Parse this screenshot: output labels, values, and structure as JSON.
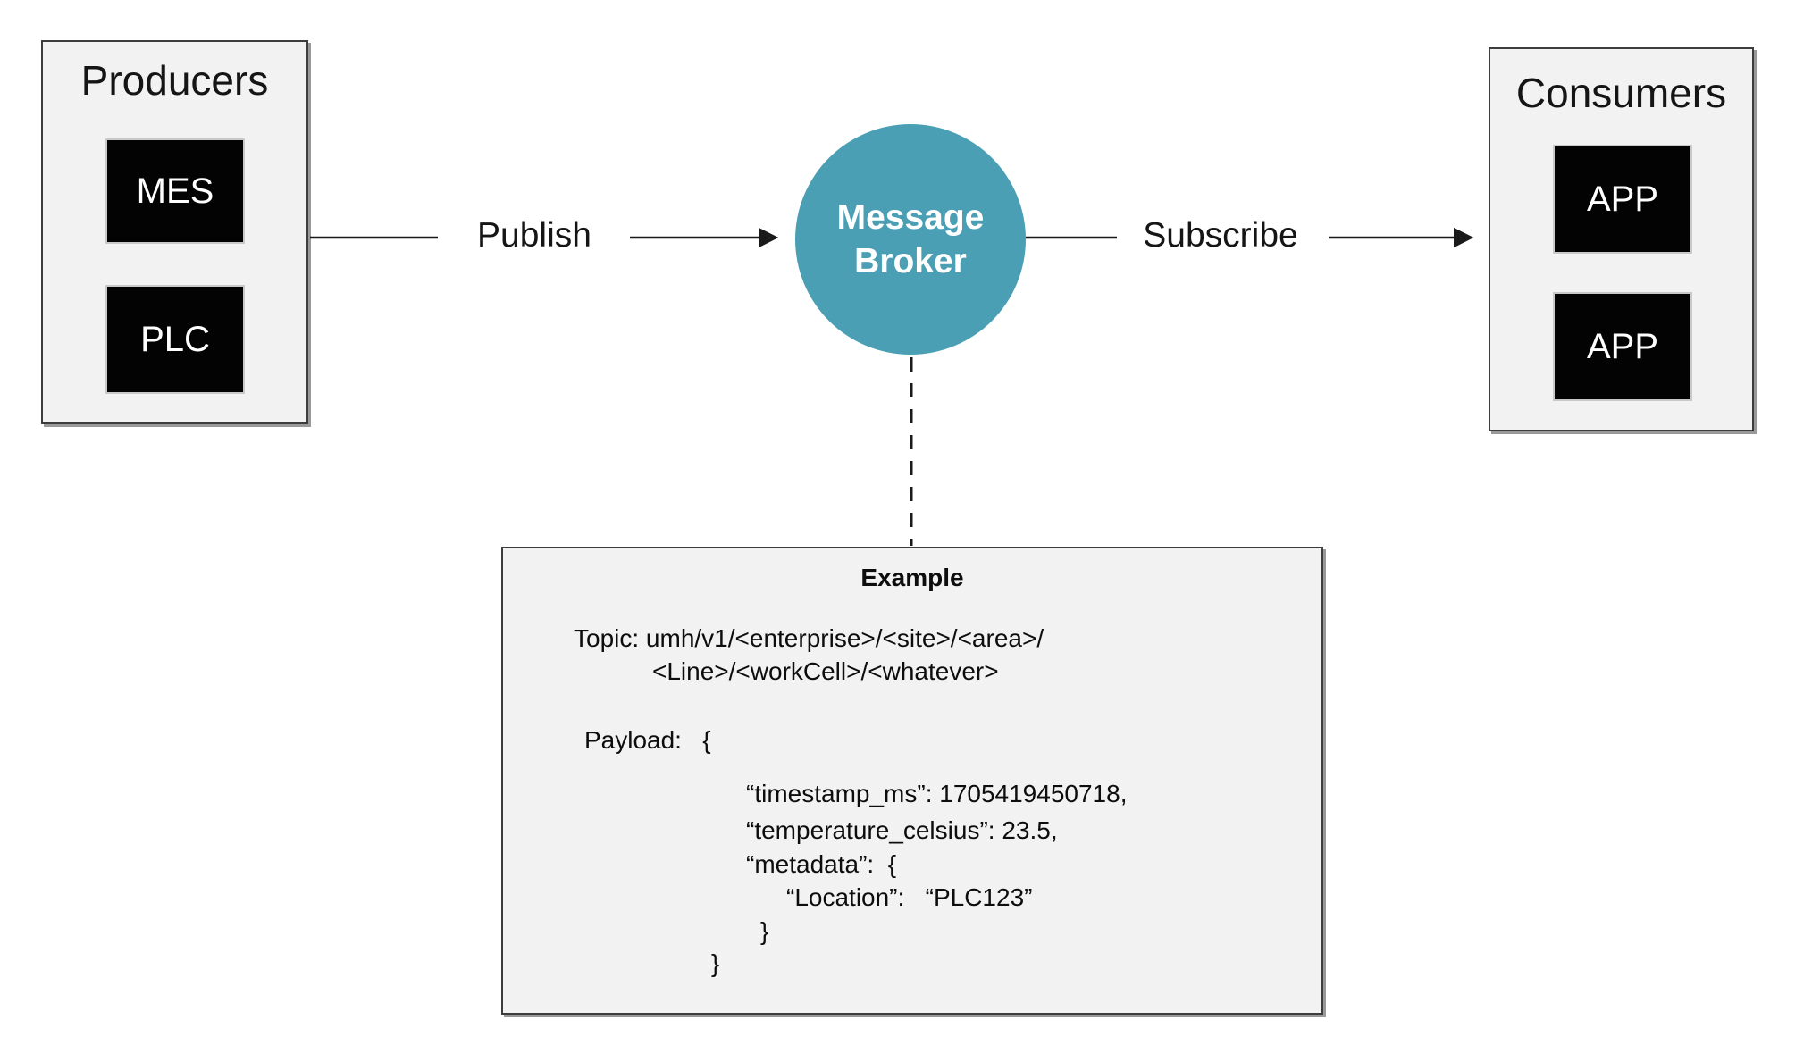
{
  "diagram": {
    "producers": {
      "title": "Producers",
      "nodes": [
        "MES",
        "PLC"
      ]
    },
    "consumers": {
      "title": "Consumers",
      "nodes": [
        "APP",
        "APP"
      ]
    },
    "broker": {
      "label_line1": "Message",
      "label_line2": "Broker"
    },
    "edges": {
      "publish_label": "Publish",
      "subscribe_label": "Subscribe"
    },
    "example": {
      "title": "Example",
      "topic_line1": "Topic: umh/v1/<enterprise>/<site>/<area>/",
      "topic_line2": "<Line>/<workCell>/<whatever>",
      "payload_open": "Payload:   {",
      "payload_lines": [
        "“timestamp_ms”: 1705419450718,",
        "“temperature_celsius”: 23.5,",
        "“metadata”:  {",
        "“Location”:   “PLC123”",
        "}",
        "}"
      ]
    },
    "colors": {
      "broker_fill": "#4a9fb5",
      "node_fill": "#000000",
      "panel_fill": "#f2f2f2",
      "line_stroke": "#1a1a1a"
    }
  }
}
